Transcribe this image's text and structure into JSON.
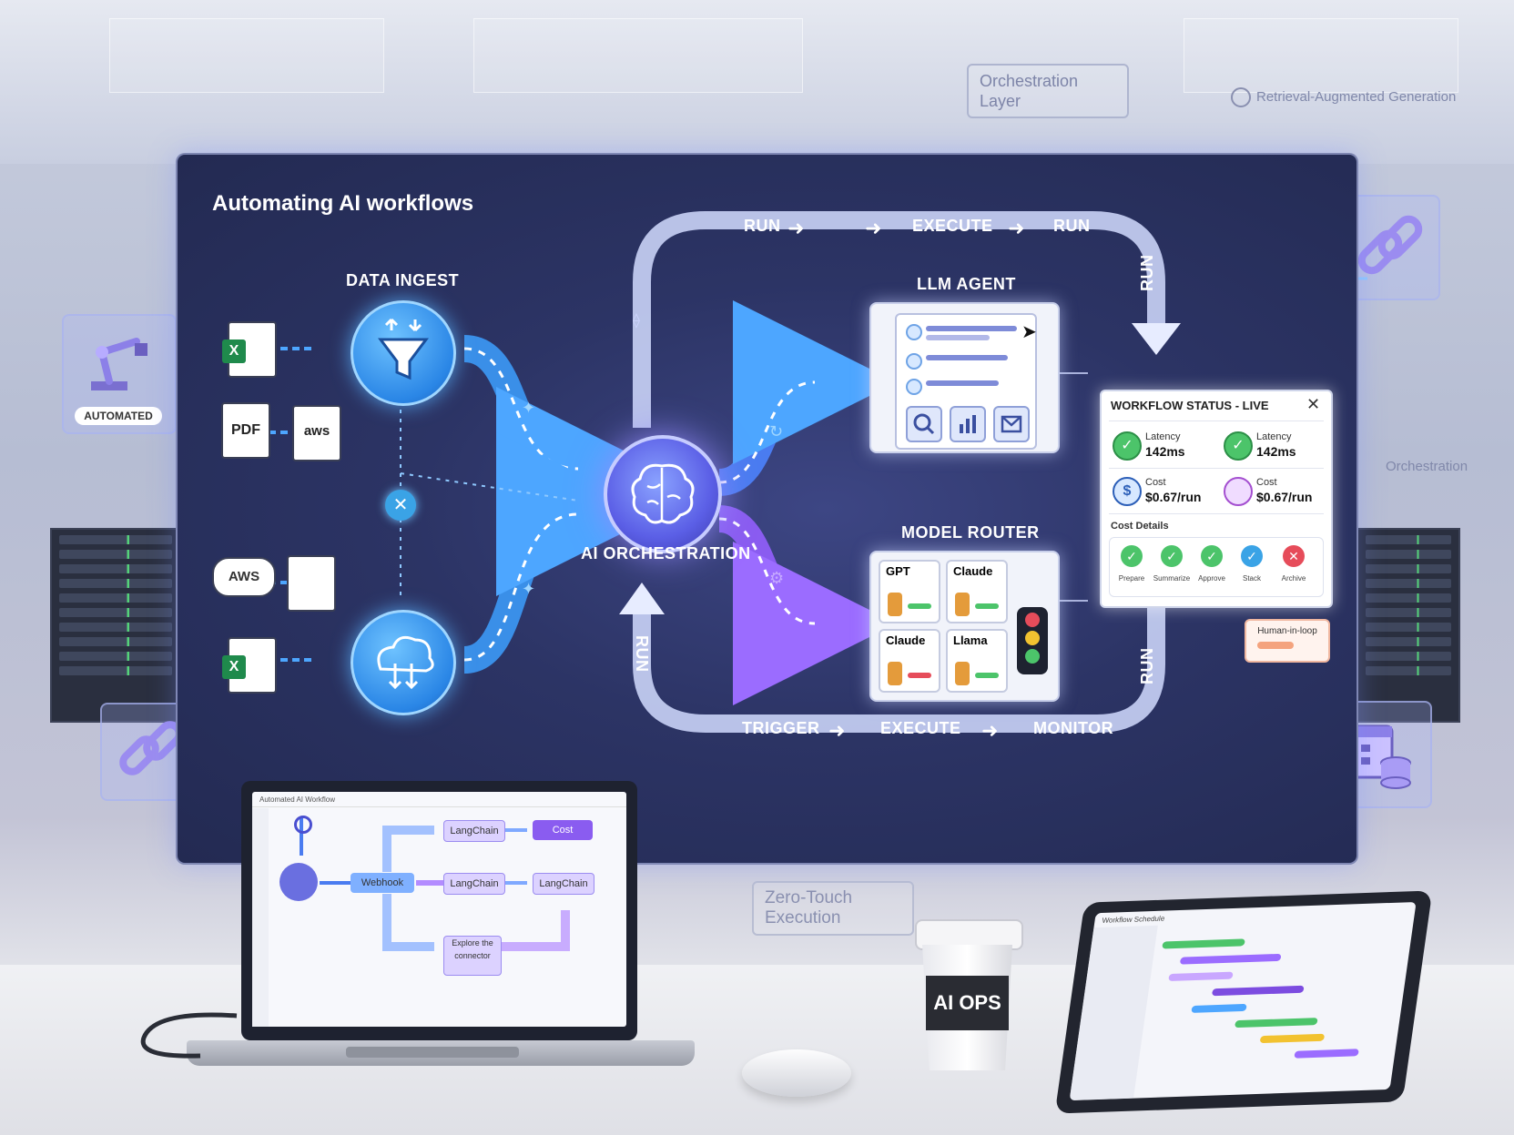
{
  "board": {
    "title": "Automating AI workflows",
    "data_ingest_label": "DATA INGEST",
    "orchestration_label": "AI ORCHESTRATION",
    "llm_agent_label": "LLM AGENT",
    "model_router_label": "MODEL ROUTER",
    "top_loop": [
      "RUN",
      "EXECUTE",
      "RUN"
    ],
    "right_loop_top": "RUN",
    "right_loop_bottom": "RUN",
    "left_loop": "RUN",
    "bottom_loop": [
      "TRIGGER",
      "EXECUTE",
      "MONITOR"
    ]
  },
  "sources": {
    "pdf_label": "PDF",
    "aws_label": "aws",
    "aws2_label": "AWS",
    "excel_badge": "X"
  },
  "model_router": {
    "cards": [
      {
        "name": "GPT"
      },
      {
        "name": "Claude"
      },
      {
        "name": "Claude"
      },
      {
        "name": "Llama"
      }
    ]
  },
  "status_card": {
    "title": "WORKFLOW STATUS - LIVE",
    "metrics": [
      {
        "label": "Latency",
        "value": "142ms"
      },
      {
        "label": "Latency",
        "value": "142ms"
      },
      {
        "label": "Cost",
        "value": "$0.67/run"
      },
      {
        "label": "Cost",
        "value": "$0.67/run"
      }
    ],
    "section_label": "Cost Details",
    "steps": [
      {
        "label": "Prepare",
        "color": "#4cc46a"
      },
      {
        "label": "Summarize",
        "color": "#4cc46a"
      },
      {
        "label": "Approve",
        "color": "#4cc46a"
      },
      {
        "label": "Stack",
        "color": "#3aa3e6"
      },
      {
        "label": "Archive",
        "color": "#e64c5a"
      }
    ],
    "human_chip": "Human-in-loop"
  },
  "overlays": {
    "orchestration_layer": "Orchestration Layer",
    "rag": "Retrieval-Augmented Generation",
    "orchestration_right": "Orchestration",
    "zero_touch": "Zero-Touch Execution",
    "automated": "AUTOMATED"
  },
  "laptop": {
    "window_title": "Automated AI Workflow",
    "boxes": [
      "LangChain",
      "Cost",
      "Webhook",
      "LangChain",
      "LangChain",
      "Explore the connector"
    ]
  },
  "cup": {
    "label": "AI OPS"
  },
  "tablet": {
    "title": "Workflow Schedule"
  },
  "colors": {
    "board_bg": "#2c3465",
    "accent_blue": "#2a86e6",
    "accent_purple": "#8a5cf0",
    "brand": "#5b5fe6"
  }
}
